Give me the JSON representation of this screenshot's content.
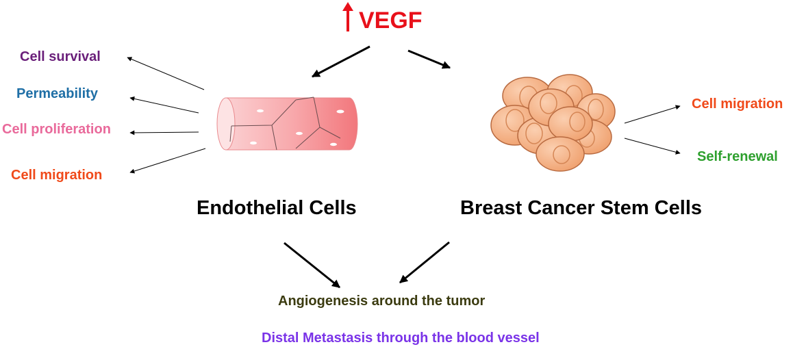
{
  "colors": {
    "vegf": "#e8101a",
    "cell_survival": "#6a1f7a",
    "permeability": "#1f6fa6",
    "cell_proliferation": "#e96a9b",
    "cell_migration": "#f04a1a",
    "self_renewal": "#2ea02e",
    "angiogenesis": "#3b3b10",
    "metastasis": "#7a33e8",
    "vessel": "#f7a3a6",
    "vessel_edge": "#e36f74",
    "cancer_cell": "#f6b48a",
    "cancer_cell_edge": "#b86a40"
  },
  "vegf": {
    "label": "VEGF"
  },
  "endothelial": {
    "title": "Endothelial Cells",
    "effects": [
      "Cell survival",
      "Permeability",
      "Cell proliferation",
      "Cell migration"
    ]
  },
  "cancer_stem": {
    "title": "Breast Cancer Stem Cells",
    "effects": [
      "Cell migration",
      "Self-renewal"
    ]
  },
  "outcomes": {
    "angiogenesis": "Angiogenesis around the tumor",
    "metastasis": "Distal Metastasis through the blood vessel"
  }
}
